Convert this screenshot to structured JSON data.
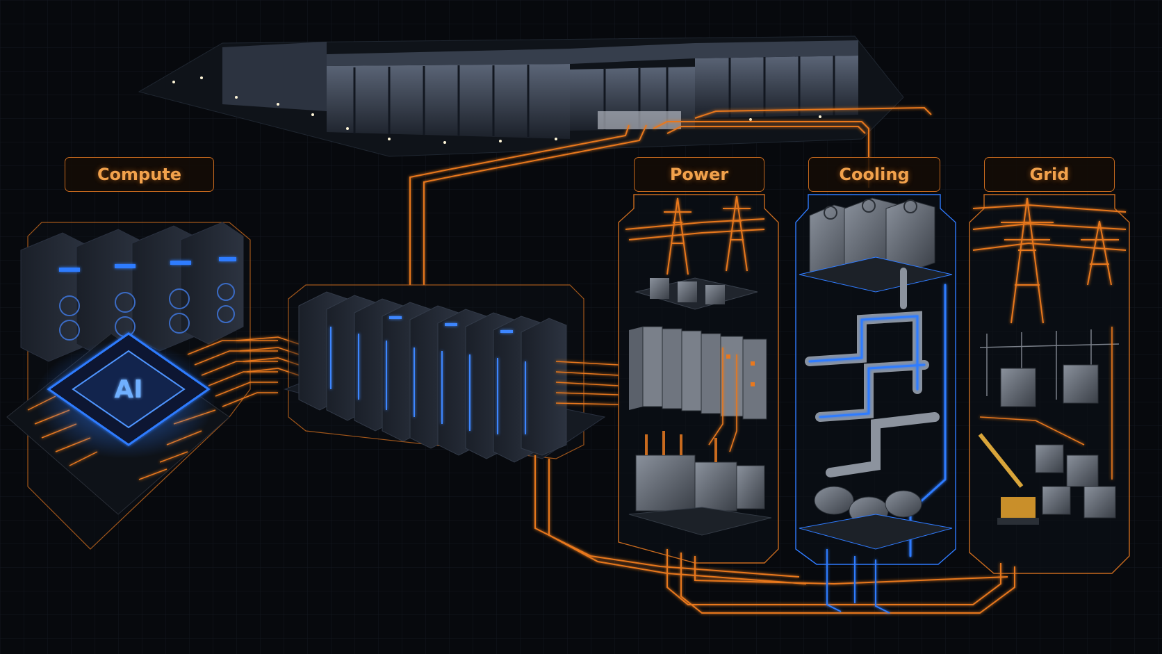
{
  "labels": {
    "compute": "Compute",
    "power": "Power",
    "cooling": "Cooling",
    "grid": "Grid"
  },
  "chip": {
    "text": "AI"
  },
  "colors": {
    "background": "#07090d",
    "accent_orange": "#e8781e",
    "accent_blue": "#2f7bff",
    "label_text": "#f2a24c"
  }
}
